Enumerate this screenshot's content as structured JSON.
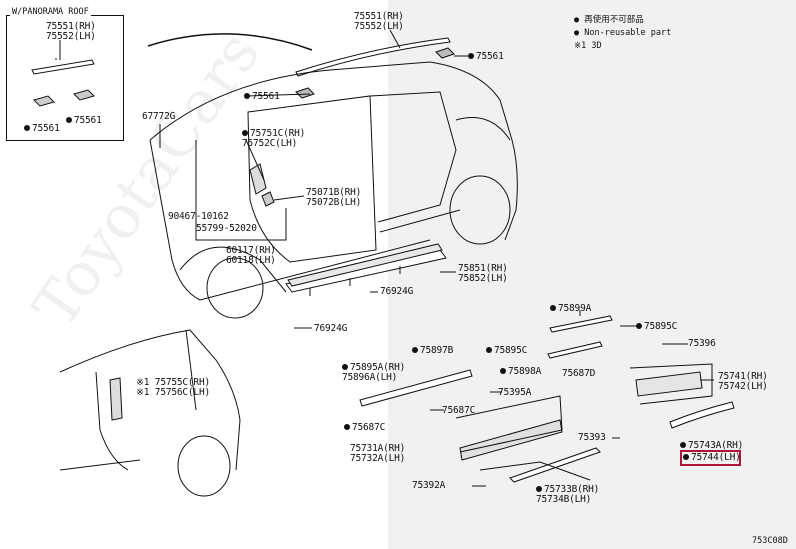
{
  "inset": {
    "title": "W/PANORAMA ROOF"
  },
  "legend": {
    "items": [
      "● 再使用不可部品",
      "● Non-reusable part",
      "※1 3D"
    ]
  },
  "labels": {
    "l_75551_inset": "75551(RH)\n75552(LH)",
    "l_75561_inset_a": "75561",
    "l_75561_inset_b": "75561",
    "l_75551_top": "75551(RH)\n75552(LH)",
    "l_75561_roof_right": "75561",
    "l_75561_roof_left": "75561",
    "l_67772G": "67772G",
    "l_75751C": "75751C(RH)\n75752C(LH)",
    "l_75071B": "75071B(RH)\n75072B(LH)",
    "l_90467": "90467-10162",
    "l_55799": "55799-52020",
    "l_60117": "60117(RH)\n60118(LH)",
    "l_75851": "75851(RH)\n75852(LH)",
    "l_76924G_a": "76924G",
    "l_76924G_b": "76924G",
    "l_75899A": "75899A",
    "l_75895C_a": "75895C",
    "l_75895C_b": "75895C",
    "l_75396": "75396",
    "l_75897B": "75897B",
    "l_75895A": "75895A(RH)\n75896A(LH)",
    "l_75898A": "75898A",
    "l_75687D": "75687D",
    "l_75741": "75741(RH)\n75742(LH)",
    "l_75755C": "※1 75755C(RH)\n※1 75756C(LH)",
    "l_75395A": "75395A",
    "l_75687C_a": "75687C",
    "l_75687C_b": "75687C",
    "l_75731A": "75731A(RH)\n75732A(LH)",
    "l_75393": "75393",
    "l_75743A": "75743A(RH)",
    "l_75744": "75744(LH)",
    "l_75392A": "75392A",
    "l_75733B": "75733B(RH)\n75734B(LH)"
  },
  "footer": {
    "code": "753C08D"
  },
  "watermark": "ToyotaCars"
}
